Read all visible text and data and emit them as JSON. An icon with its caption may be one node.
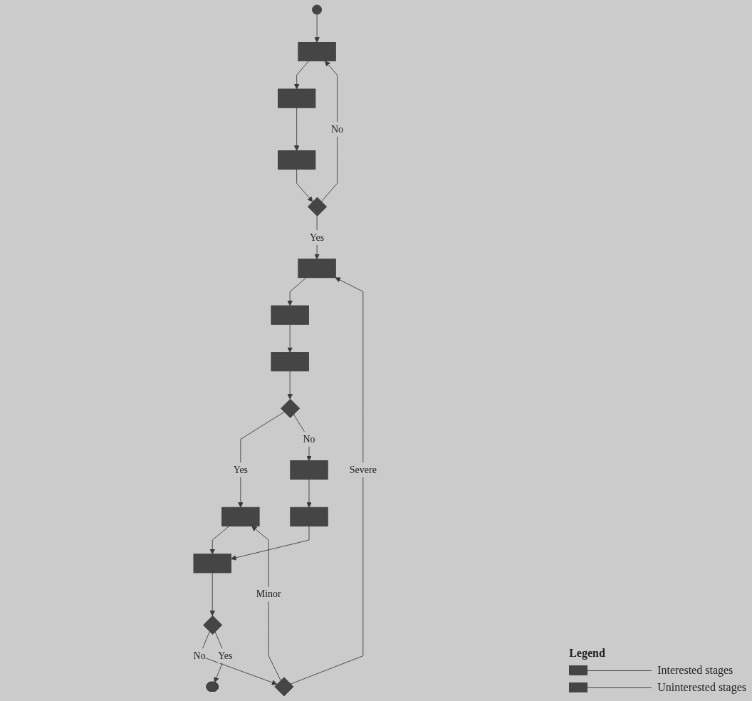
{
  "diagram": {
    "nodes": [
      {
        "text": [],
        "shape": "circle"
      },
      {
        "text": [],
        "shape": "box"
      },
      {
        "text": [],
        "shape": "box"
      },
      {
        "text": [],
        "shape": "box"
      },
      {
        "text": [],
        "shape": "diamond"
      },
      {
        "text": [],
        "shape": "box"
      },
      {
        "text": [],
        "shape": "box"
      },
      {
        "text": [],
        "shape": "box"
      },
      {
        "text": [],
        "shape": "diamond"
      },
      {
        "text": [],
        "shape": "box"
      },
      {
        "text": [],
        "shape": "box"
      },
      {
        "text": [],
        "shape": "box"
      },
      {
        "text": [],
        "shape": "bar"
      },
      {
        "text": [],
        "shape": "diamond"
      },
      {
        "text": [],
        "shape": "diamond"
      },
      {
        "text": [],
        "shape": "pill"
      }
    ],
    "edges": [
      {
        "from": 0,
        "to": 1,
        "arrow": "to"
      },
      {
        "from": 1,
        "to": 2,
        "arrow": "to"
      },
      {
        "from": 2,
        "to": 3,
        "arrow": "to"
      },
      {
        "from": 3,
        "to": 4,
        "arrow": "to"
      },
      {
        "from": 4,
        "to": 1,
        "label": "No",
        "arrow": "to"
      },
      {
        "from": 4,
        "to": 7,
        "label": "Yes",
        "arrow": "to"
      },
      {
        "from": 7,
        "to": 6,
        "arrow": "to"
      },
      {
        "from": 6,
        "to": 5,
        "arrow": "to"
      },
      {
        "from": 5,
        "to": 8,
        "arrow": "to"
      },
      {
        "from": 8,
        "to": 9,
        "label": "Yes",
        "arrow": "to"
      },
      {
        "from": 8,
        "to": 10,
        "label": "No",
        "arrow": "to"
      },
      {
        "from": 10,
        "to": 11,
        "arrow": "to"
      },
      {
        "from": 11,
        "to": 12,
        "arrow": "to"
      },
      {
        "from": 9,
        "to": 12,
        "arrow": "to"
      },
      {
        "from": 12,
        "to": 13,
        "arrow": "to"
      },
      {
        "from": 13,
        "to": 14,
        "label": "No",
        "arrow": "to"
      },
      {
        "from": 13,
        "to": 15,
        "label": "Yes",
        "arrow": "to"
      },
      {
        "from": 14,
        "to": 9,
        "label": "Minor",
        "arrow": "to"
      },
      {
        "from": 14,
        "to": 7,
        "label": "Severe",
        "arrow": "to"
      }
    ],
    "labels": [
      "Legend"
    ],
    "legend": [
      {
        "text": "Interested stages",
        "color": "#454545"
      },
      {
        "text": "Uninterested stages",
        "color": "#454545"
      }
    ]
  }
}
